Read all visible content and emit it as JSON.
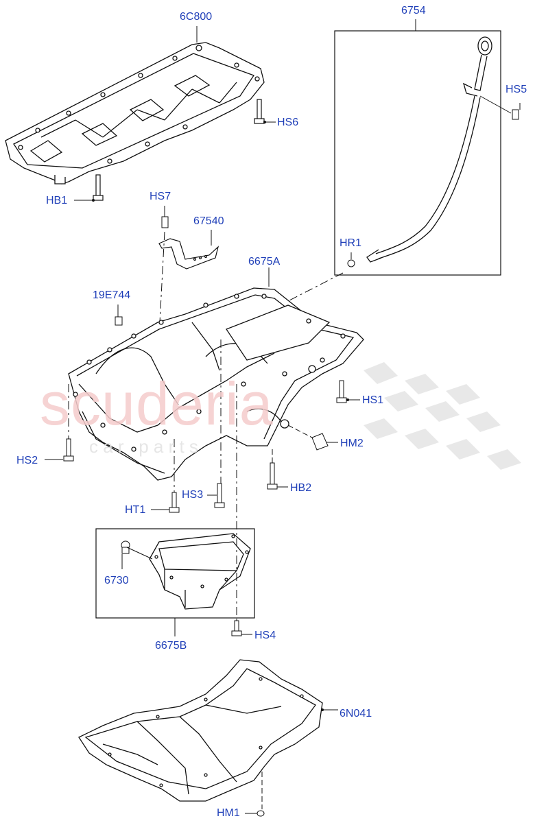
{
  "labels": {
    "p6C800": "6C800",
    "p6754": "6754",
    "HS5": "HS5",
    "HS6": "HS6",
    "HB1": "HB1",
    "HS7": "HS7",
    "p67540": "67540",
    "HR1": "HR1",
    "p6675A": "6675A",
    "p19E744": "19E744",
    "HS1": "HS1",
    "HS2": "HS2",
    "HM2": "HM2",
    "HB2": "HB2",
    "HS3": "HS3",
    "HT1": "HT1",
    "p6730": "6730",
    "p6675B": "6675B",
    "HS4": "HS4",
    "p6N041": "6N041",
    "HM1": "HM1"
  },
  "watermark": {
    "brand": "scuderia",
    "sub": "c a r   p a r t s"
  },
  "colors": {
    "label": "#1f3fb8",
    "line": "#111111",
    "watermark_text": "#f4c7c7",
    "watermark_checker": "#e6e6e6"
  }
}
